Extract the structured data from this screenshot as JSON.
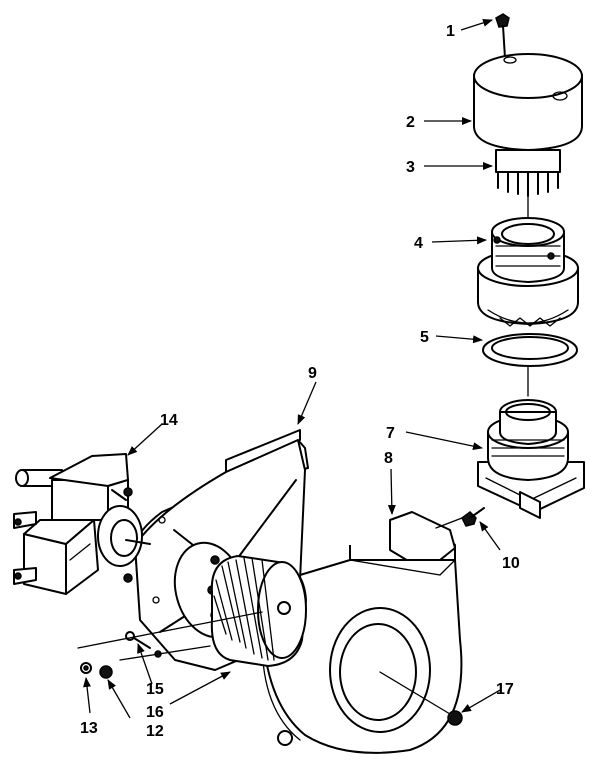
{
  "labels": {
    "l1": "1",
    "l2": "2",
    "l3": "3",
    "l4": "4",
    "l5": "5",
    "l7": "7",
    "l8": "8",
    "l9": "9",
    "l10": "10",
    "l12": "12",
    "l13": "13",
    "l14": "14",
    "l15": "15",
    "l16": "16",
    "l17": "17"
  }
}
